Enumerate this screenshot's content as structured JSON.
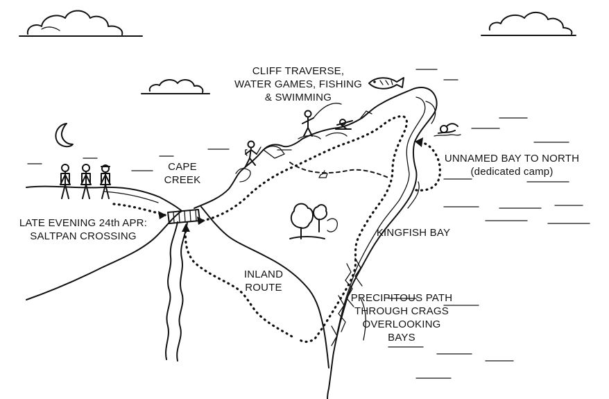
{
  "labels": {
    "cliff_traverse": [
      "CLIFF TRAVERSE,",
      "WATER GAMES, FISHING",
      "& SWIMMING"
    ],
    "cape_creek": [
      "CAPE",
      "CREEK"
    ],
    "unnamed_bay": [
      "UNNAMED BAY TO NORTH",
      "(dedicated camp)"
    ],
    "late_evening": [
      "LATE EVENING 24th APR:",
      "SALTPAN CROSSING"
    ],
    "kingfish_bay": [
      "KINGFISH BAY"
    ],
    "inland_route": [
      "INLAND",
      "ROUTE"
    ],
    "precipitous_path": [
      "PRECIPITOUS PATH",
      "THROUGH CRAGS",
      "OVERLOOKING",
      "BAYS"
    ]
  },
  "icons": [
    "cloud-icon",
    "moon-icon",
    "fish-icon",
    "swimmer-icon",
    "hiker-icon",
    "fisherman-icon",
    "kayaker-icon",
    "tree-icon",
    "walker-icon"
  ],
  "colors": {
    "ink": "#111111",
    "paper": "#ffffff"
  }
}
